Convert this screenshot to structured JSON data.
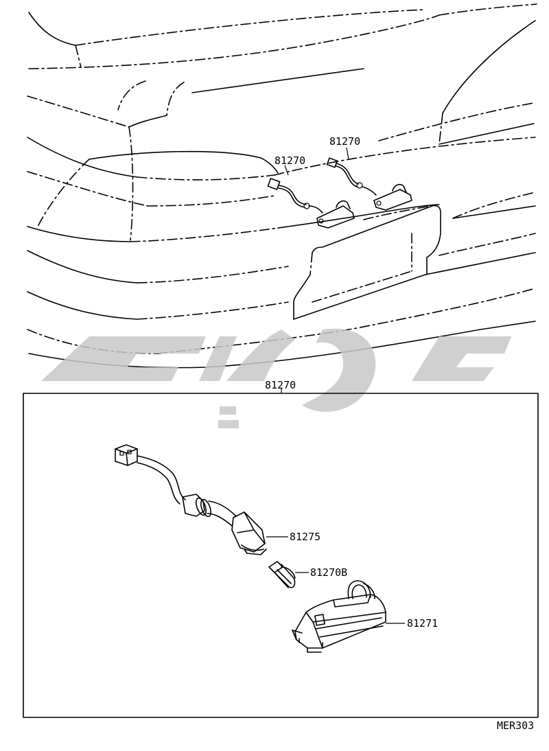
{
  "upper_callouts": {
    "left": "81270",
    "right": "81270"
  },
  "detail_box": {
    "title": "81270",
    "parts": {
      "socket": "81275",
      "bulb": "81270B",
      "lamp_housing": "81271"
    }
  },
  "diagram_code": "MER303"
}
